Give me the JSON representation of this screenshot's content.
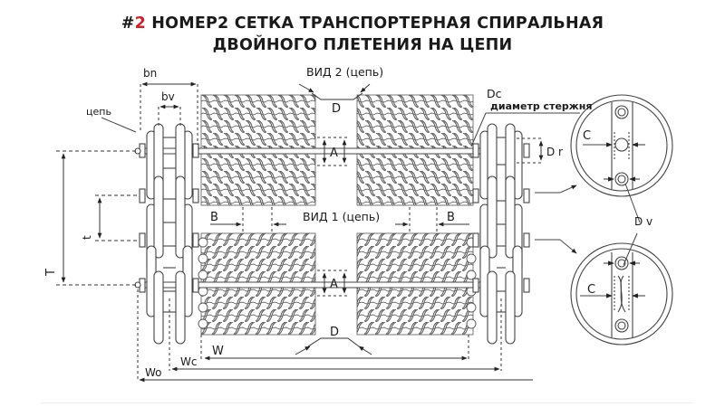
{
  "title": {
    "hash": "#",
    "number": "2",
    "line1_rest": " НОМЕР2 СЕТКА ТРАНСПОРТЕРНАЯ СПИРАЛЬНАЯ",
    "line2": "ДВОЙНОГО ПЛЕТЕНИЯ НА ЦЕПИ",
    "accent_color": "#d0202a"
  },
  "labels": {
    "bn": "bn",
    "bv": "bv",
    "chain": "цепь",
    "view2": "ВИД 2 (цепь)",
    "view1": "ВИД 1 (цепь)",
    "D_top": "D",
    "D_bottom": "D",
    "A_top": "A",
    "A_bottom": "A",
    "B_left": "B",
    "B_right": "B",
    "Dc": "Dc",
    "rod_diameter": "диаметр стержня",
    "Dr": "D r",
    "C_top": "C",
    "C_bottom": "C",
    "Dv": "D v",
    "T": "T",
    "t": "t",
    "W": "W",
    "Wc": "Wc",
    "Wo": "Wo"
  },
  "colors": {
    "line": "#333333",
    "mesh": "#555555",
    "background": "#ffffff"
  }
}
